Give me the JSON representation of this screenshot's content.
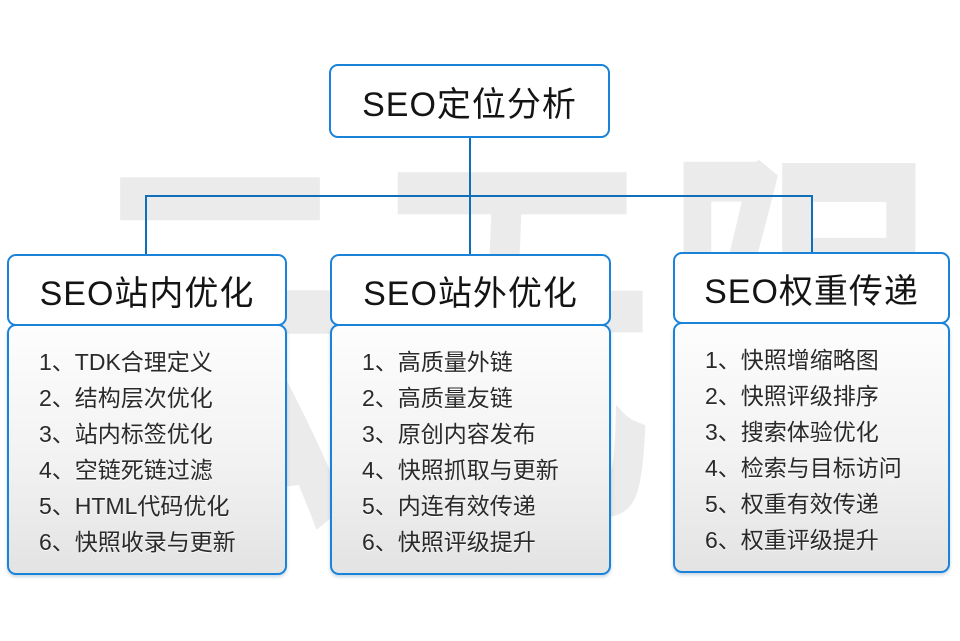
{
  "watermark": {
    "text": "云无限"
  },
  "root": {
    "title": "SEO定位分析"
  },
  "columns": [
    {
      "title": "SEO站内优化",
      "items": [
        "1、TDK合理定义",
        "2、结构层次优化",
        "3、站内标签优化",
        "4、空链死链过滤",
        "5、HTML代码优化",
        "6、快照收录与更新"
      ]
    },
    {
      "title": "SEO站外优化",
      "items": [
        "1、高质量外链",
        "2、高质量友链",
        "3、原创内容发布",
        "4、快照抓取与更新",
        "5、内连有效传递",
        "6、快照评级提升"
      ]
    },
    {
      "title": "SEO权重传递",
      "items": [
        "1、快照增缩略图",
        "2、快照评级排序",
        "3、搜索体验优化",
        "4、检索与目标访问",
        "5、权重有效传递",
        "6、权重评级提升"
      ]
    }
  ],
  "colors": {
    "connector_line": "#0f6fb8",
    "box_border": "#1b82d9",
    "panel_gradient_top": "#fdfdfd",
    "panel_gradient_bottom": "#e3e3e3",
    "text": "#2a2a2a",
    "watermark": "#ebebeb"
  }
}
